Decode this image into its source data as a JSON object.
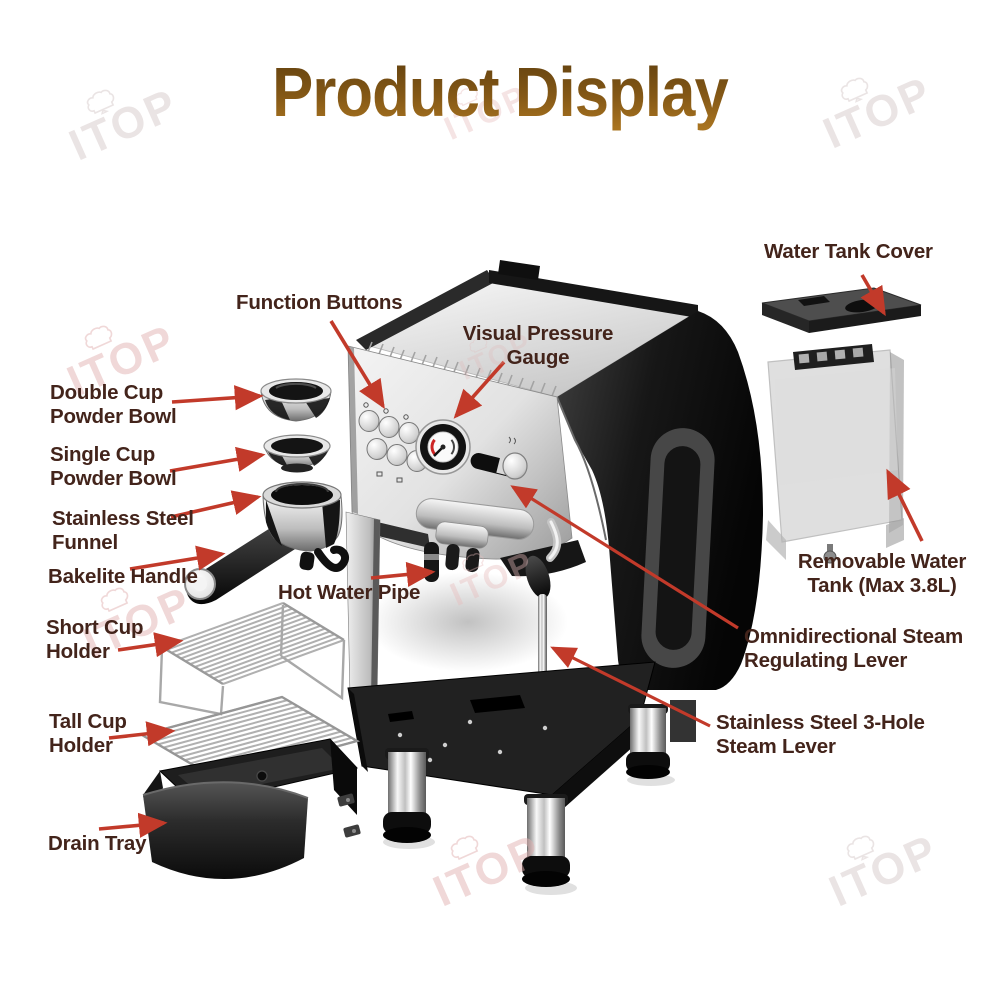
{
  "title": "Product Display",
  "watermark": {
    "text": "ITOP"
  },
  "labels": {
    "water_tank_cover": "Water Tank Cover",
    "function_buttons": "Function Buttons",
    "visual_pressure_gauge": "Visual Pressure\nGauge",
    "double_cup_powder_bowl": "Double Cup\nPowder Bowl",
    "single_cup_powder_bowl": "Single Cup\nPowder Bowl",
    "stainless_steel_funnel": "Stainless Steel\nFunnel",
    "bakelite_handle": "Bakelite Handle",
    "hot_water_pipe": "Hot Water Pipe",
    "short_cup_holder": "Short Cup\nHolder",
    "tall_cup_holder": "Tall Cup\nHolder",
    "drain_tray": "Drain Tray",
    "removable_water_tank": "Removable Water\nTank (Max 3.8L)",
    "omnidirectional_steam_regulating_lever": "Omnidirectional Steam\nRegulating Lever",
    "stainless_steel_3_hole_steam_lever": "Stainless Steel 3-Hole\nSteam Lever"
  },
  "colors": {
    "background": "#ffffff",
    "title_gradient_top": "#61400f",
    "title_gradient_bottom": "#a97420",
    "label_text": "#43241b",
    "arrow_red": "#c23a2a",
    "watermark_pink": "#e2b2b2",
    "machine_black": "#1c1c1c",
    "machine_silver": "#d9d9d9"
  }
}
